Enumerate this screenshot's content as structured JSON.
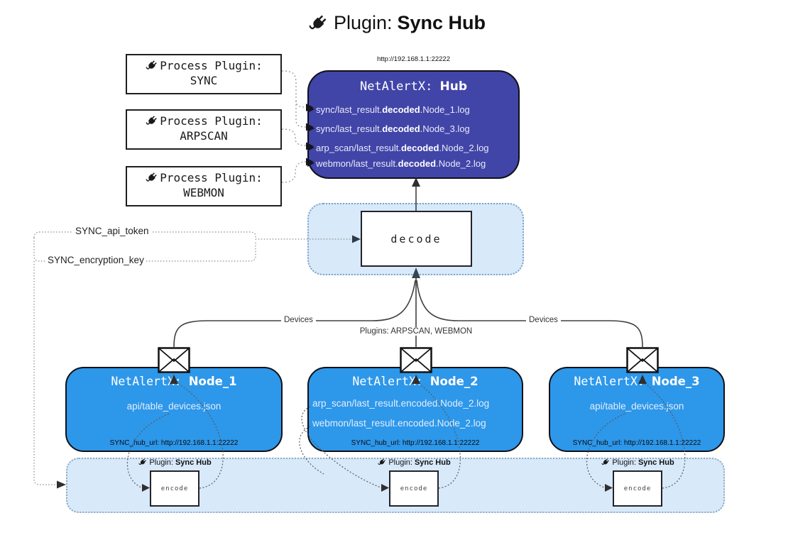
{
  "title": {
    "prefix": "Plugin: ",
    "bold": "Sync Hub"
  },
  "process_plugins": [
    {
      "label": "Process Plugin:",
      "name": "SYNC"
    },
    {
      "label": "Process Plugin:",
      "name": "ARPSCAN"
    },
    {
      "label": "Process Plugin:",
      "name": "WEBMON"
    }
  ],
  "hub": {
    "url": "http://192.168.1.1:22222",
    "title_prefix": "NetAlertX: ",
    "title_name": "Hub",
    "logs": [
      {
        "pre": "sync/last_result.",
        "bold": "decoded",
        "post": ".Node_1.log"
      },
      {
        "pre": "sync/last_result.",
        "bold": "decoded",
        "post": ".Node_3.log"
      },
      {
        "pre": "arp_scan/last_result.",
        "bold": "decoded",
        "post": ".Node_2.log"
      },
      {
        "pre": "webmon/last_result.",
        "bold": "decoded",
        "post": ".Node_2.log"
      }
    ]
  },
  "decode": {
    "label": "decode"
  },
  "settings": {
    "api_token": "SYNC_api_token",
    "encryption_key": "SYNC_encryption_key"
  },
  "edges": {
    "devices_left": "Devices",
    "devices_right": "Devices",
    "plugins": "Plugins: ARPSCAN, WEBMON"
  },
  "nodes": [
    {
      "title_prefix": "NetAlertX: ",
      "title_name": "Node_1",
      "files": [
        "api/table_devices.json"
      ],
      "hub_url": "SYNC_hub_url: http://192.168.1.1:22222"
    },
    {
      "title_prefix": "NetAlertX: ",
      "title_name": "Node_2",
      "files": [
        "arp_scan/last_result.encoded.Node_2.log",
        "webmon/last_result.encoded.Node_2.log"
      ],
      "hub_url": "SYNC_hub_url: http://192.168.1.1:22222"
    },
    {
      "title_prefix": "NetAlertX: ",
      "title_name": "Node_3",
      "files": [
        "api/table_devices.json"
      ],
      "hub_url": "SYNC_hub_url: http://192.168.1.1:22222"
    }
  ],
  "encode_band": {
    "plugin_label_prefix": "Plugin: ",
    "plugin_label_bold": "Sync Hub",
    "encode_label": "encode"
  },
  "colors": {
    "hub_fill": "#4145a8",
    "node_fill": "#2d97ea",
    "container_fill": "#d8e9f9",
    "container_border": "#79a3cd",
    "line": "#404040"
  }
}
